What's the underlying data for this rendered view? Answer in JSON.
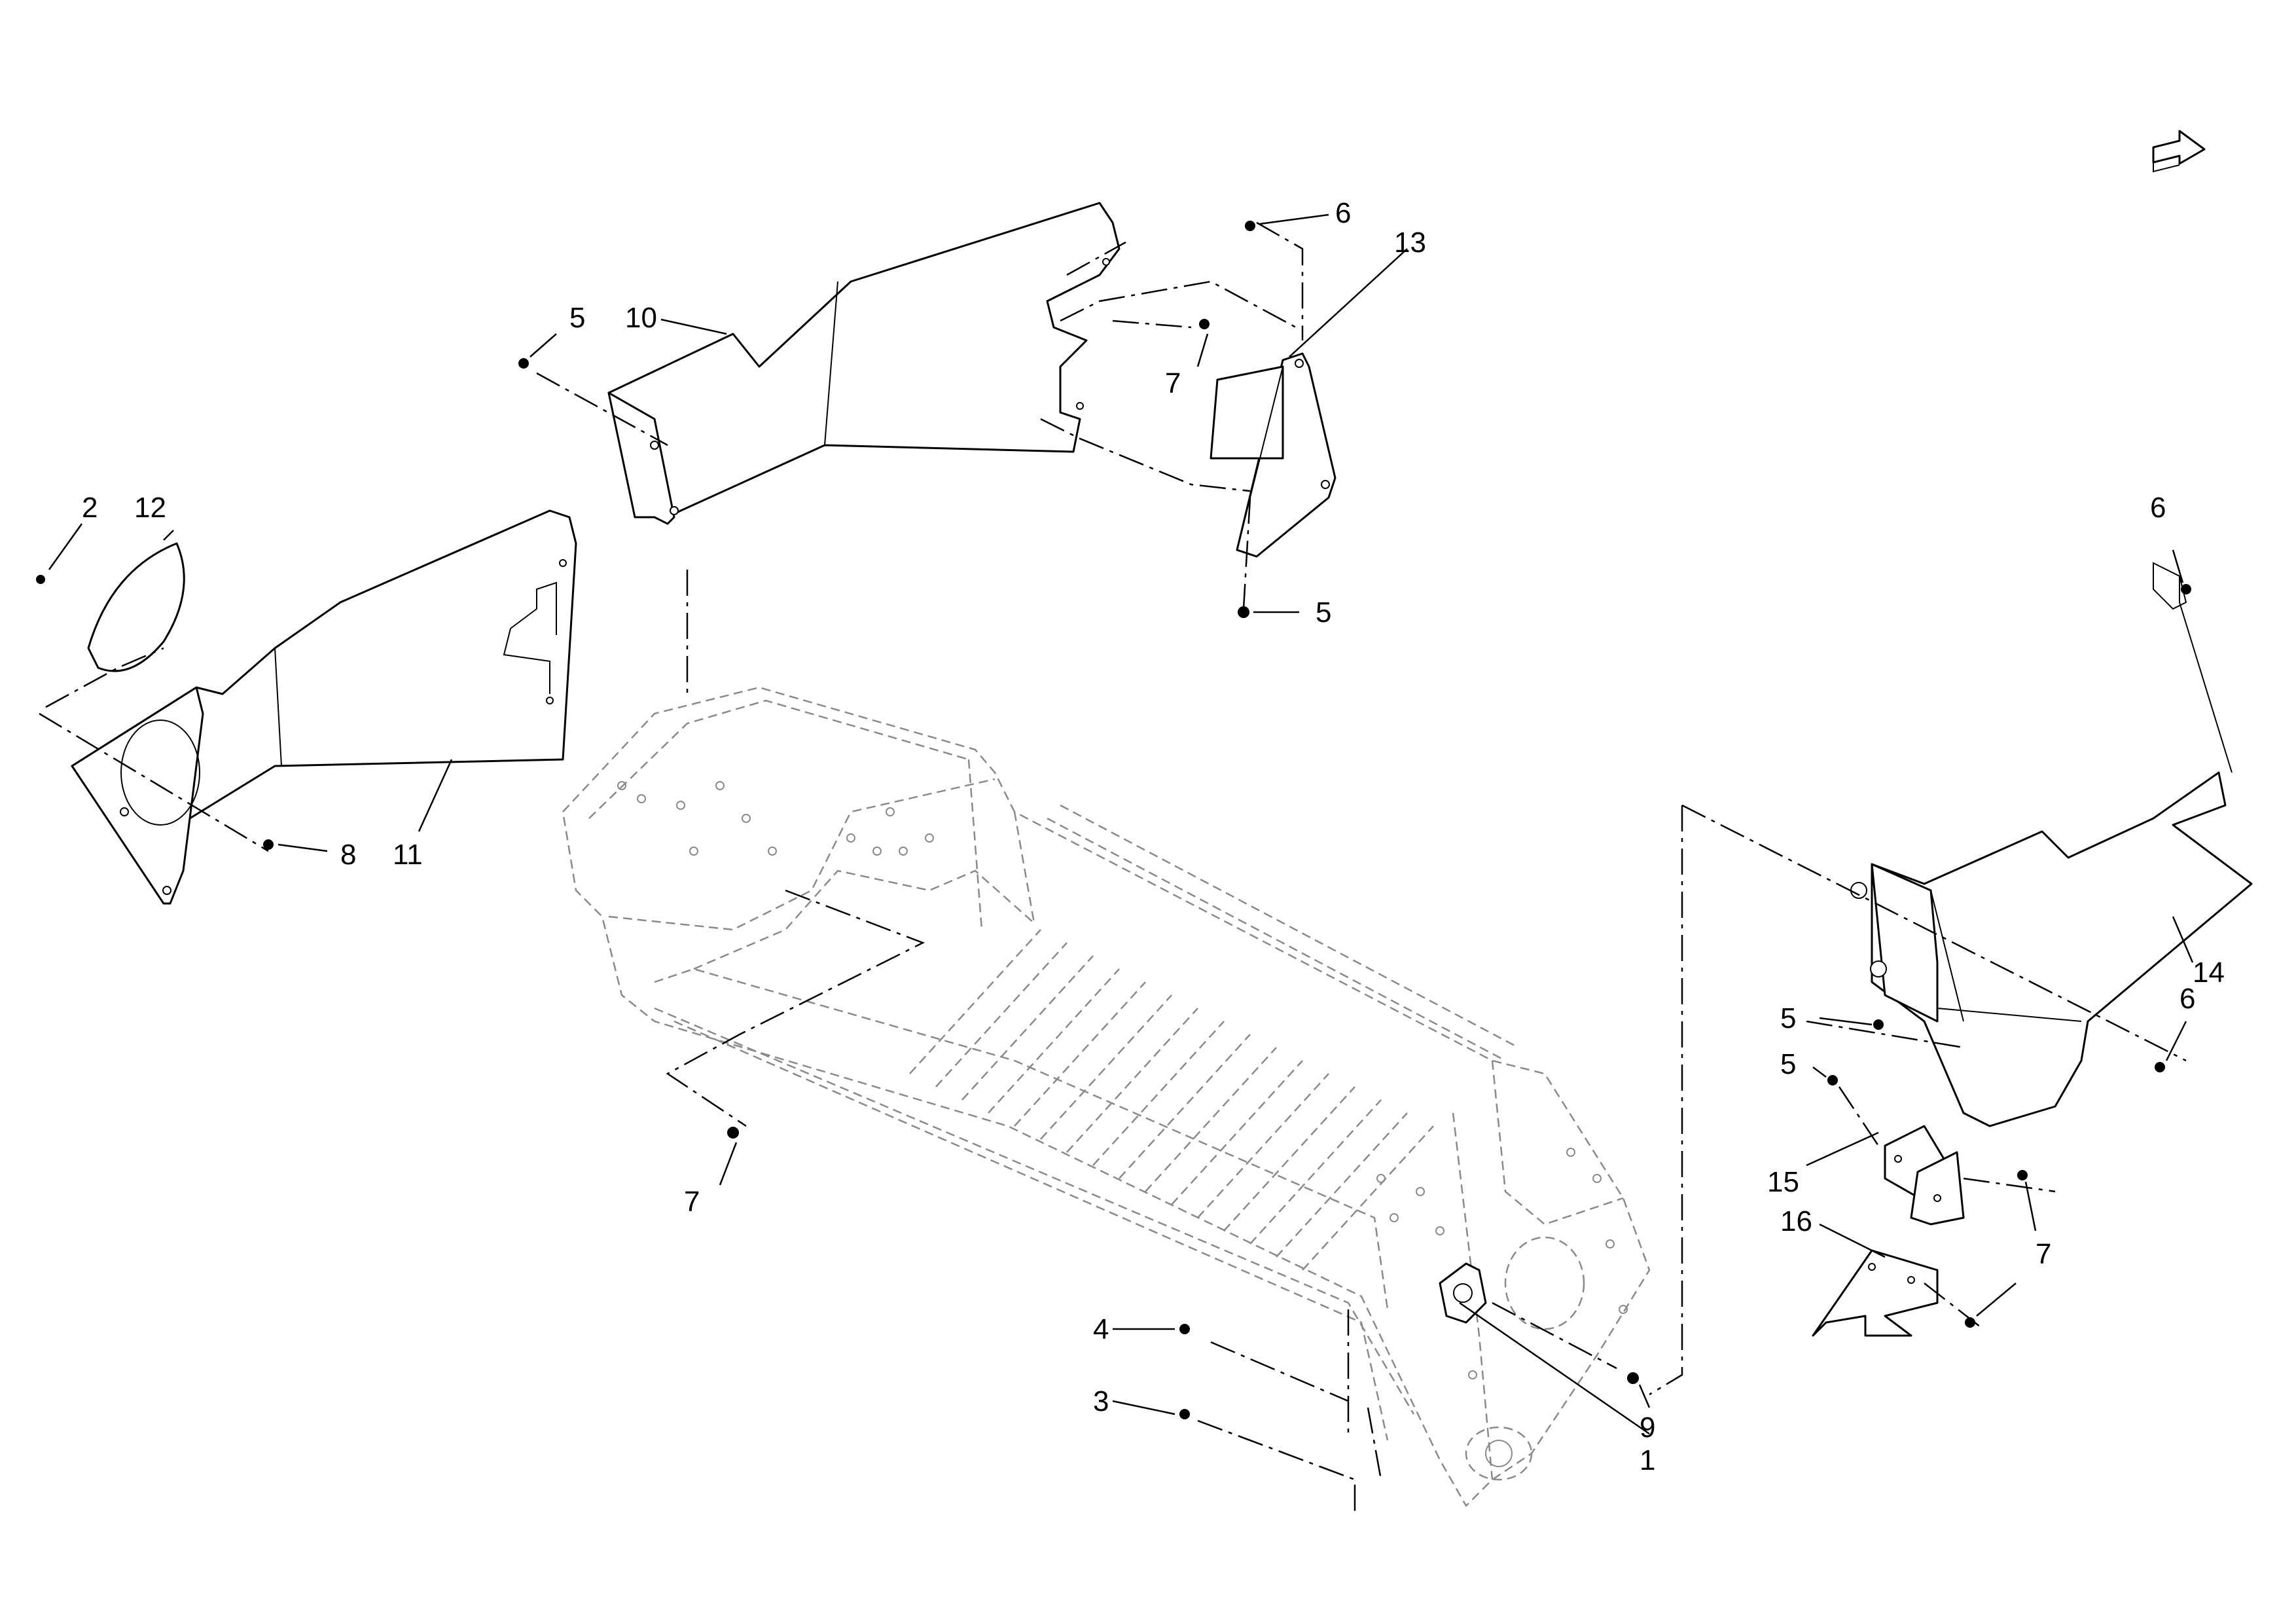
{
  "callouts": {
    "c1": "1",
    "c2": "2",
    "c3": "3",
    "c4": "4",
    "c5a": "5",
    "c5b": "5",
    "c5c": "5",
    "c5d": "5",
    "c6a": "6",
    "c6b": "6",
    "c6c": "6",
    "c7a": "7",
    "c7b": "7",
    "c7c": "7",
    "c8": "8",
    "c9": "9",
    "c10": "10",
    "c11": "11",
    "c12": "12",
    "c13": "13",
    "c14": "14",
    "c15": "15",
    "c16": "16"
  },
  "icons": {
    "orientation": "orientation-arrow-icon"
  }
}
